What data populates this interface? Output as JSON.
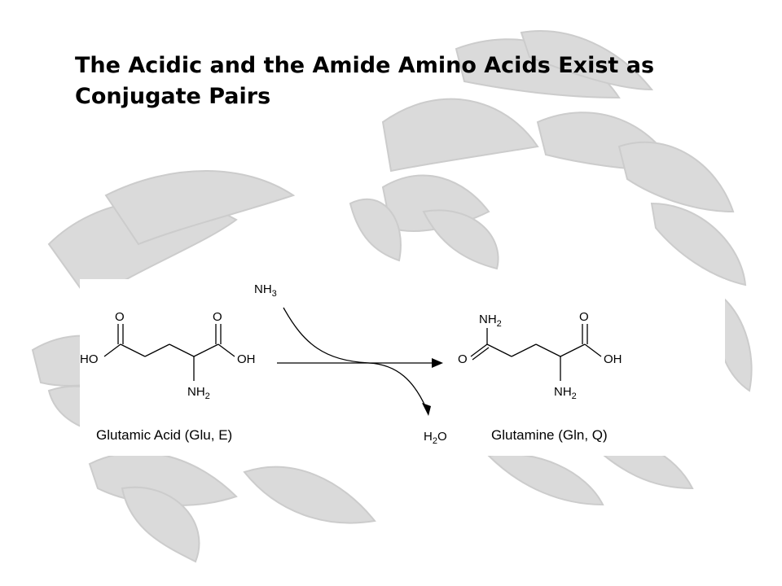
{
  "slide": {
    "title": "The Acidic and the Amide Amino Acids Exist as Conjugate Pairs"
  },
  "reactant": {
    "name": "Glutamic Acid (Glu, E)",
    "atoms": {
      "o_left": "O",
      "ho": "HO",
      "o_right": "O",
      "oh": "OH",
      "nh": "NH",
      "nh_sub": "2"
    }
  },
  "reagent": {
    "base": "NH",
    "sub": "3"
  },
  "byproduct": {
    "h": "H",
    "sub": "2",
    "o": "O"
  },
  "product": {
    "name": "Glutamine (Gln, Q)",
    "atoms": {
      "nh_top": "NH",
      "nh_top_sub": "2",
      "o_left": "O",
      "o_right": "O",
      "oh": "OH",
      "nh": "NH",
      "nh_sub": "2"
    }
  },
  "colors": {
    "background_art": "#d2d2d2",
    "text": "#000000"
  }
}
